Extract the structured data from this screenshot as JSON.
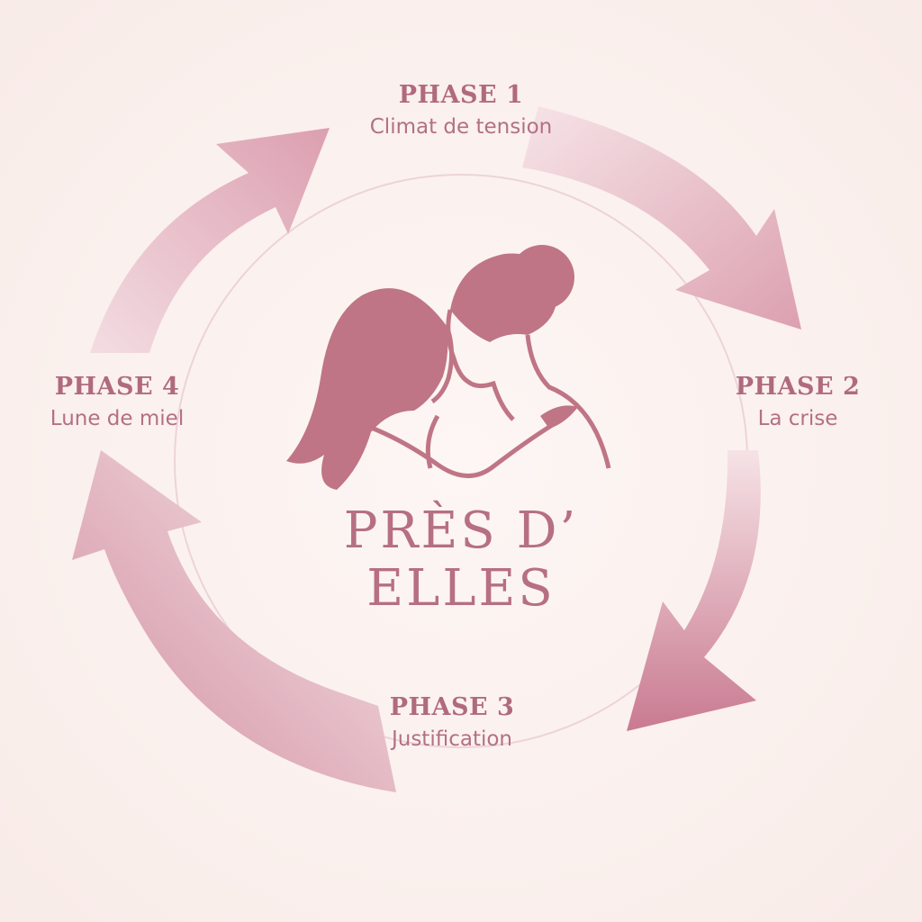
{
  "phases": [
    {
      "title": "PHASE 1",
      "subtitle": "Climat de tension"
    },
    {
      "title": "PHASE 2",
      "subtitle": "La crise"
    },
    {
      "title": "PHASE 3",
      "subtitle": "Justification"
    },
    {
      "title": "PHASE 4",
      "subtitle": "Lune de miel"
    }
  ],
  "logo": {
    "line1": "PRÈS D’",
    "line2": "ELLES",
    "icon": "two-women-embrace-icon"
  },
  "colors": {
    "background": "#fbf1ef",
    "arrow": "#d48ea2",
    "arrow_light": "#f3dde2",
    "accent": "#b66f83",
    "figure": "#bf7585"
  }
}
